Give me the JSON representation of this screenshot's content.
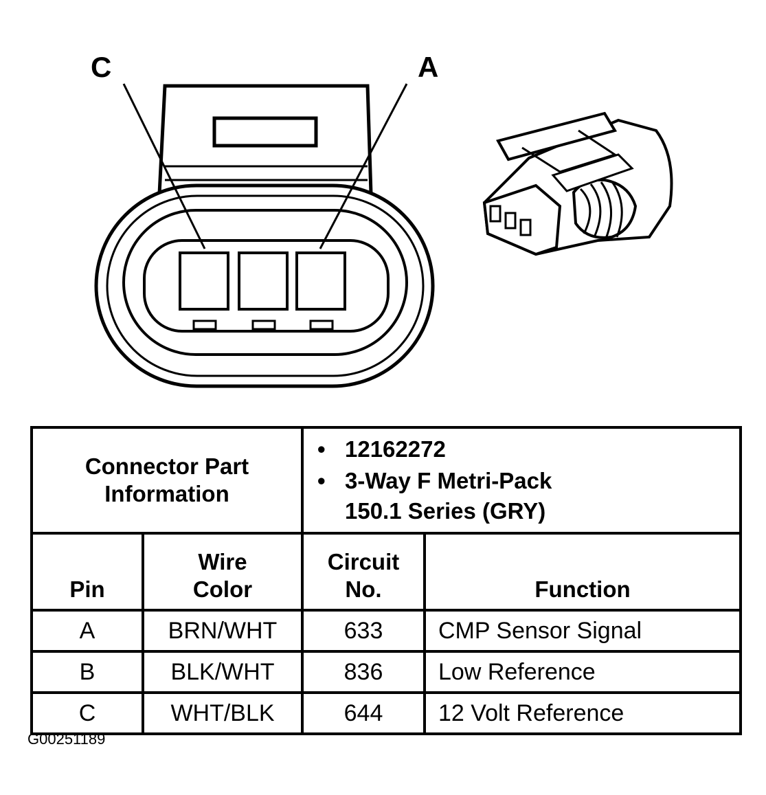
{
  "callouts": {
    "left": "C",
    "right": "A"
  },
  "part_info": {
    "label": "Connector Part Information",
    "part_number": "12162272",
    "description_line1": "3-Way F Metri-Pack",
    "description_line2": "150.1 Series (GRY)"
  },
  "columns": {
    "pin": "Pin",
    "wire_color_line1": "Wire",
    "wire_color_line2": "Color",
    "circuit_line1": "Circuit",
    "circuit_line2": "No.",
    "function": "Function"
  },
  "rows": [
    {
      "pin": "A",
      "wire_color": "BRN/WHT",
      "circuit": "633",
      "function": "CMP Sensor Signal"
    },
    {
      "pin": "B",
      "wire_color": "BLK/WHT",
      "circuit": "836",
      "function": "Low Reference"
    },
    {
      "pin": "C",
      "wire_color": "WHT/BLK",
      "circuit": "644",
      "function": "12 Volt Reference"
    }
  ],
  "figure_id": "G00251189"
}
